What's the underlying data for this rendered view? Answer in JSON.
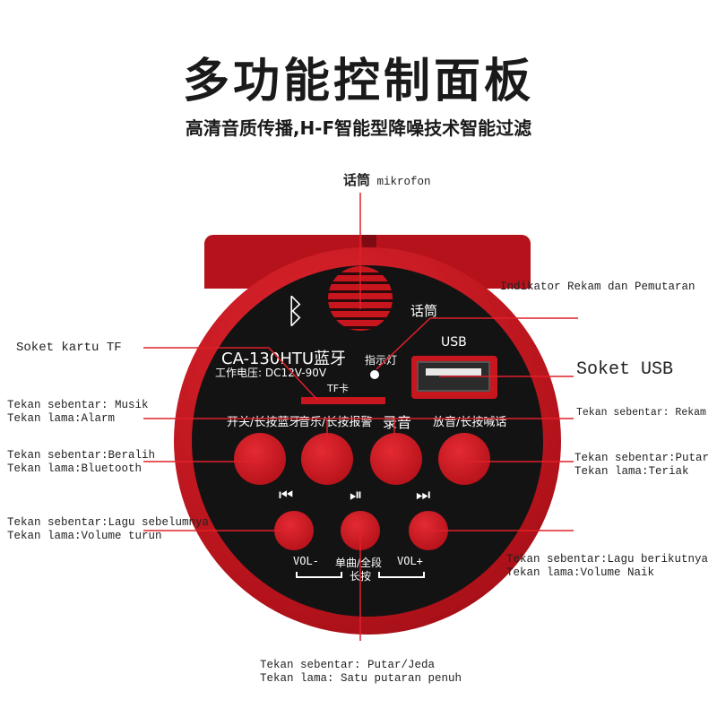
{
  "title": "多功能控制面板",
  "subtitle": "高清音质传播,H-F智能型降噪技术智能过滤",
  "panel": {
    "mic_label": "话筒",
    "model": "CA-130HTU蓝牙",
    "voltage": "工作电压: DC12V-90V",
    "indicator_label": "指示灯",
    "usb_label": "USB",
    "tf_label": "TF卡",
    "button_labels": [
      "开关/长按蓝牙",
      "音乐/长按报警",
      "录音",
      "放音/长按喊话"
    ],
    "media_icons": [
      "⏮",
      "⏯",
      "⏭"
    ],
    "vol_minus": "VOL-",
    "mode": "单曲/全段",
    "long_press": "长按",
    "vol_plus": "VOL+",
    "bluetooth_icon": "bluetooth-icon"
  },
  "annotations": {
    "mic_cn": "话筒",
    "mic": "mikrofon",
    "indicator": "Indikator Rekam dan Pemutaran",
    "tf": "Soket kartu TF",
    "usb": "Soket USB",
    "music_1": "Tekan sebentar: Musik",
    "music_2": "Tekan lama:Alarm",
    "record": "Tekan sebentar: Rekam",
    "power_1": "Tekan sebentar:Beralih",
    "power_2": "Tekan lama:Bluetooth",
    "play_1": "Tekan sebentar:Putar",
    "play_2": "Tekan lama:Teriak",
    "prev_1": "Tekan sebentar:Lagu sebelumnya",
    "prev_2": "Tekan lama:Volume turun",
    "next_1": "Tekan sebentar:Lagu berikutnya",
    "next_2": "Tekan lama:Volume Naik",
    "pause_1": "Tekan sebentar: Putar/Jeda",
    "pause_2": "Tekan lama: Satu putaran penuh"
  },
  "colors": {
    "accent": "#c8161f",
    "panel": "#141314"
  }
}
